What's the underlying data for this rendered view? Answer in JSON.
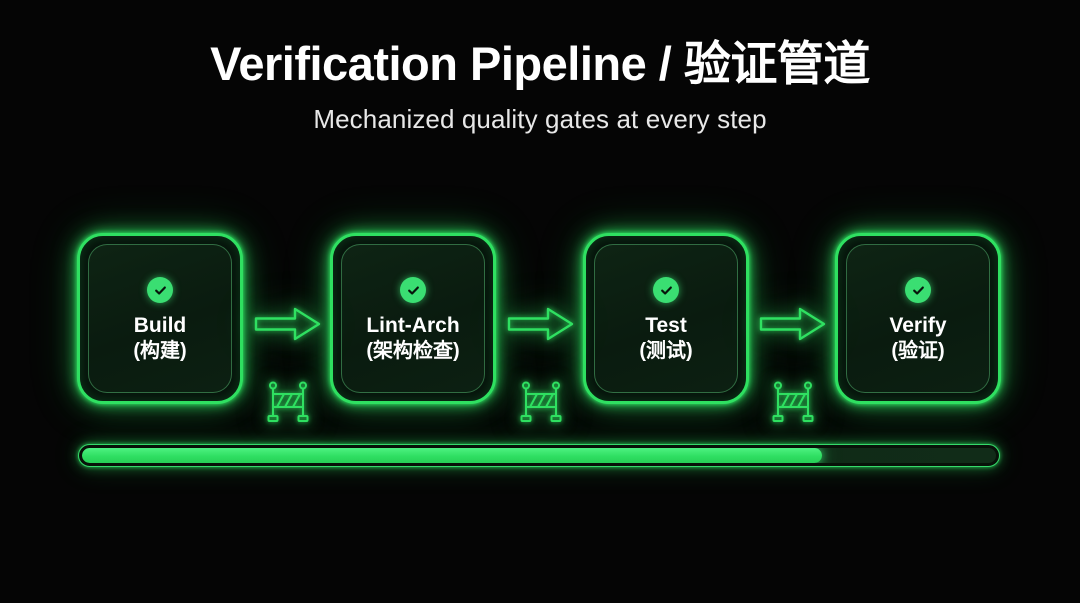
{
  "header": {
    "title": "Verification Pipeline / 验证管道",
    "subtitle": "Mechanized quality gates at every step"
  },
  "theme": {
    "background": "#050505",
    "accent_green": "#2fe061",
    "check_green": "#3ade72",
    "card_fill": "#0c2012",
    "title_color": "#ffffff",
    "subtitle_color": "#e8e8e8"
  },
  "pipeline": {
    "stages": [
      {
        "label_en": "Build",
        "label_zh": "(构建)",
        "status_icon": "check-circle-icon",
        "status": "passed"
      },
      {
        "label_en": "Lint-Arch",
        "label_zh": "(架构检查)",
        "status_icon": "check-circle-icon",
        "status": "passed"
      },
      {
        "label_en": "Test",
        "label_zh": "(测试)",
        "status_icon": "check-circle-icon",
        "status": "passed"
      },
      {
        "label_en": "Verify",
        "label_zh": "(验证)",
        "status_icon": "check-circle-icon",
        "status": "passed"
      }
    ],
    "connectors": [
      {
        "icon": "arrow-right-icon"
      },
      {
        "icon": "arrow-right-icon"
      },
      {
        "icon": "arrow-right-icon"
      }
    ],
    "gates": [
      {
        "icon": "barrier-icon"
      },
      {
        "icon": "barrier-icon"
      },
      {
        "icon": "barrier-icon"
      }
    ]
  },
  "progress": {
    "percent": 81,
    "fill_color": "#2fdf62",
    "track_color": "#0d2413"
  }
}
